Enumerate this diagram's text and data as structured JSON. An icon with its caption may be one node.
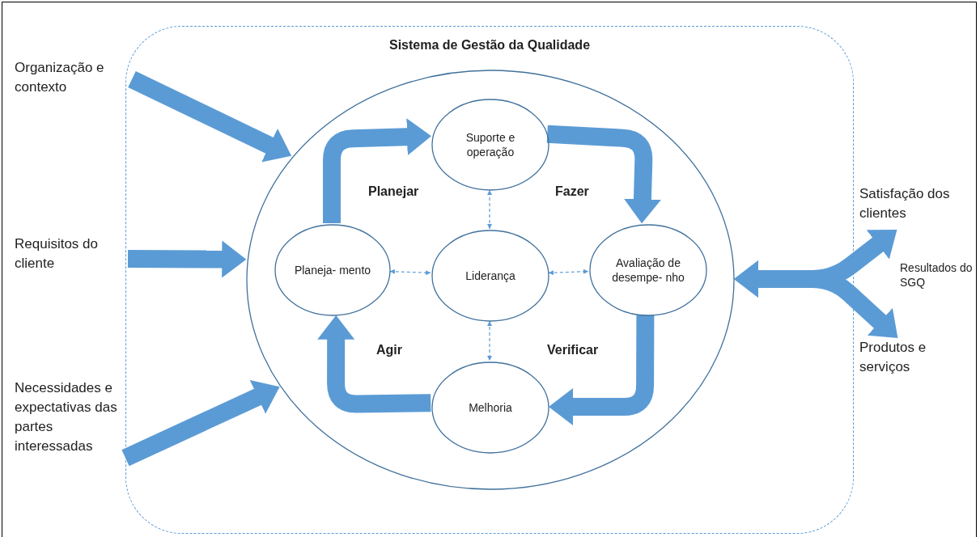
{
  "diagram": {
    "nodes": [
      {
        "text": [
          "Sistema de Gestão da Qualidade"
        ]
      },
      {
        "text": [],
        "shape": "circle",
        "in": 0
      },
      {
        "text": [
          "Suporte e operação"
        ],
        "in": 1
      },
      {
        "text": [
          "Planeja- mento"
        ],
        "in": 1
      },
      {
        "text": [
          "Liderança"
        ],
        "in": 1
      },
      {
        "text": [
          "Avaliação de desempe- nho"
        ],
        "in": 1
      },
      {
        "text": [
          "Melhoria"
        ],
        "in": 1
      },
      {
        "text": [
          "Organização e contexto"
        ]
      },
      {
        "text": [
          "Requisitos do cliente"
        ]
      },
      {
        "text": [
          "Necessidades e expectativas das partes interessadas"
        ]
      },
      {
        "text": [
          "Satisfação dos clientes"
        ]
      },
      {
        "text": [
          "Produtos e serviços"
        ]
      }
    ],
    "edges": [
      {
        "from": 7,
        "to": 1,
        "arrow": "to"
      },
      {
        "from": 8,
        "to": 1,
        "arrow": "to"
      },
      {
        "from": 9,
        "to": 1,
        "arrow": "to"
      },
      {
        "from": 3,
        "to": 2,
        "arrow": "to",
        "label": "Planejar"
      },
      {
        "from": 2,
        "to": 5,
        "arrow": "to",
        "label": "Fazer"
      },
      {
        "from": 5,
        "to": 6,
        "arrow": "to",
        "label": "Verificar"
      },
      {
        "from": 6,
        "to": 3,
        "arrow": "to",
        "label": "Agir"
      },
      {
        "from": 4,
        "to": 2,
        "arrow": "both",
        "style": "dashed"
      },
      {
        "from": 3,
        "to": 4,
        "arrow": "both",
        "style": "dashed"
      },
      {
        "from": 4,
        "to": 5,
        "arrow": "both",
        "style": "dashed"
      },
      {
        "from": 4,
        "to": 6,
        "arrow": "both",
        "style": "dashed"
      },
      {
        "from": 1,
        "to": 10,
        "arrow": "both"
      },
      {
        "from": 1,
        "to": 11,
        "arrow": "both"
      }
    ],
    "labels": [
      "Resultados do SGQ"
    ]
  }
}
